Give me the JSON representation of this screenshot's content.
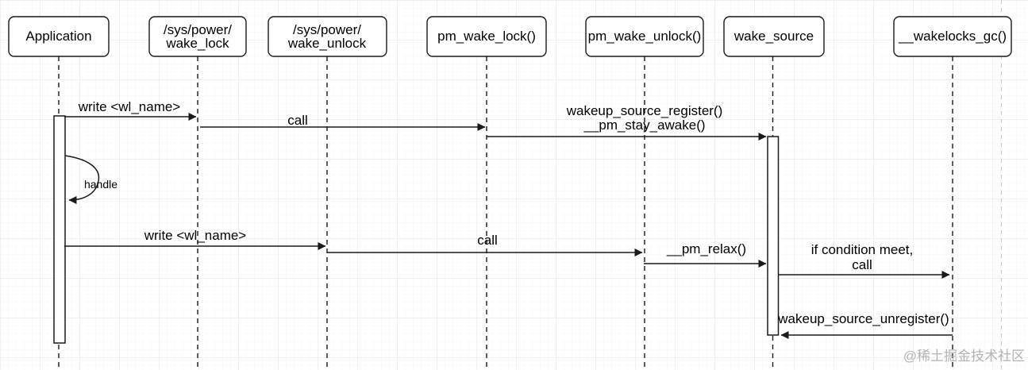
{
  "diagram": {
    "type": "uml-sequence",
    "participants": [
      {
        "id": "application",
        "line1": "Application",
        "line2": ""
      },
      {
        "id": "sys-power-wake-lock",
        "line1": "/sys/power/",
        "line2": "wake_lock"
      },
      {
        "id": "sys-power-wake-unlock",
        "line1": "/sys/power/",
        "line2": "wake_unlock"
      },
      {
        "id": "pm-wake-lock",
        "line1": "pm_wake_lock()",
        "line2": ""
      },
      {
        "id": "pm-wake-unlock",
        "line1": "pm_wake_unlock()",
        "line2": ""
      },
      {
        "id": "wake-source",
        "line1": "wake_source",
        "line2": ""
      },
      {
        "id": "wakelocks-gc",
        "line1": "__wakelocks_gc()",
        "line2": ""
      }
    ],
    "messages": [
      {
        "label": "write <wl_name>",
        "from": "Application",
        "to": "/sys/power/wake_lock"
      },
      {
        "label": "call",
        "from": "/sys/power/wake_lock",
        "to": "pm_wake_lock()"
      },
      {
        "line1": "wakeup_source_register()",
        "line2": "__pm_stay_awake()",
        "from": "pm_wake_lock()",
        "to": "wake_source"
      },
      {
        "label": "handle",
        "from": "Application",
        "to": "Application",
        "kind": "self-message"
      },
      {
        "label": "write <wl_name>",
        "from": "Application",
        "to": "/sys/power/wake_unlock"
      },
      {
        "label": "call",
        "from": "/sys/power/wake_unlock",
        "to": "pm_wake_unlock()"
      },
      {
        "label": "__pm_relax()",
        "from": "pm_wake_unlock()",
        "to": "wake_source"
      },
      {
        "line1": "if condition meet,",
        "line2": "call",
        "from": "wake_source",
        "to": "__wakelocks_gc()"
      },
      {
        "label": "wakeup_source_unregister()",
        "from": "__wakelocks_gc()",
        "to": "wake_source"
      }
    ],
    "watermark": "@稀土掘金技术社区",
    "colors": {
      "stroke": "#1a1a1a",
      "box_fill": "#ffffff",
      "grid_minor": "#f4f4f4",
      "grid_major": "#e2e2e2",
      "page_boundary": "#cccccc",
      "watermark": "#b3b3b3"
    }
  }
}
